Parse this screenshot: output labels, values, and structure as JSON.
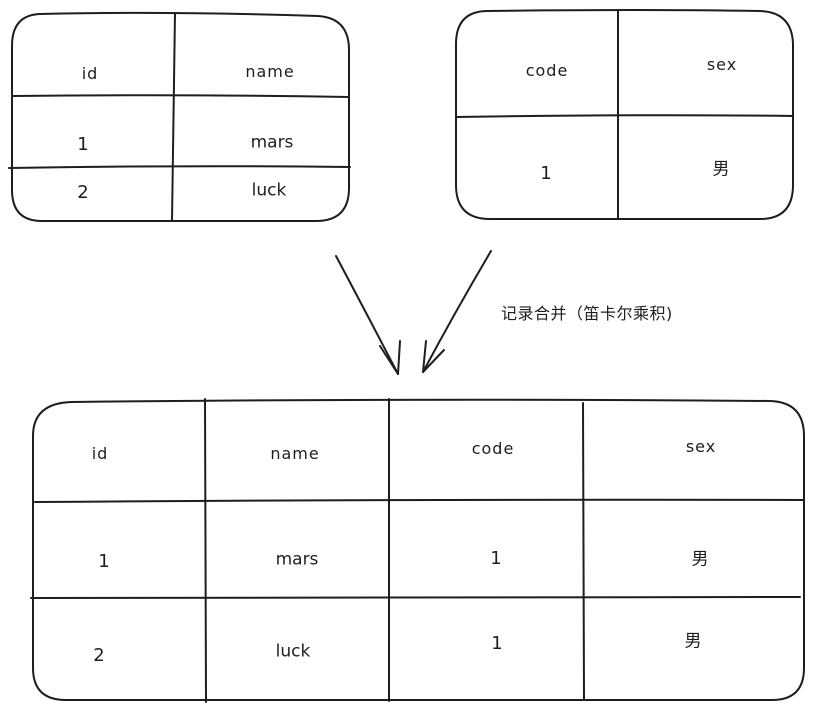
{
  "table_a": {
    "headers": [
      "id",
      "name"
    ],
    "rows": [
      [
        "1",
        "mars"
      ],
      [
        "2",
        "luck"
      ]
    ]
  },
  "table_b": {
    "headers": [
      "code",
      "sex"
    ],
    "rows": [
      [
        "1",
        "男"
      ]
    ]
  },
  "merge_label": "记录合并（笛卡尔乘积)",
  "result_table": {
    "headers": [
      "id",
      "name",
      "code",
      "sex"
    ],
    "rows": [
      [
        "1",
        "mars",
        "1",
        "男"
      ],
      [
        "2",
        "luck",
        "1",
        "男"
      ]
    ]
  }
}
